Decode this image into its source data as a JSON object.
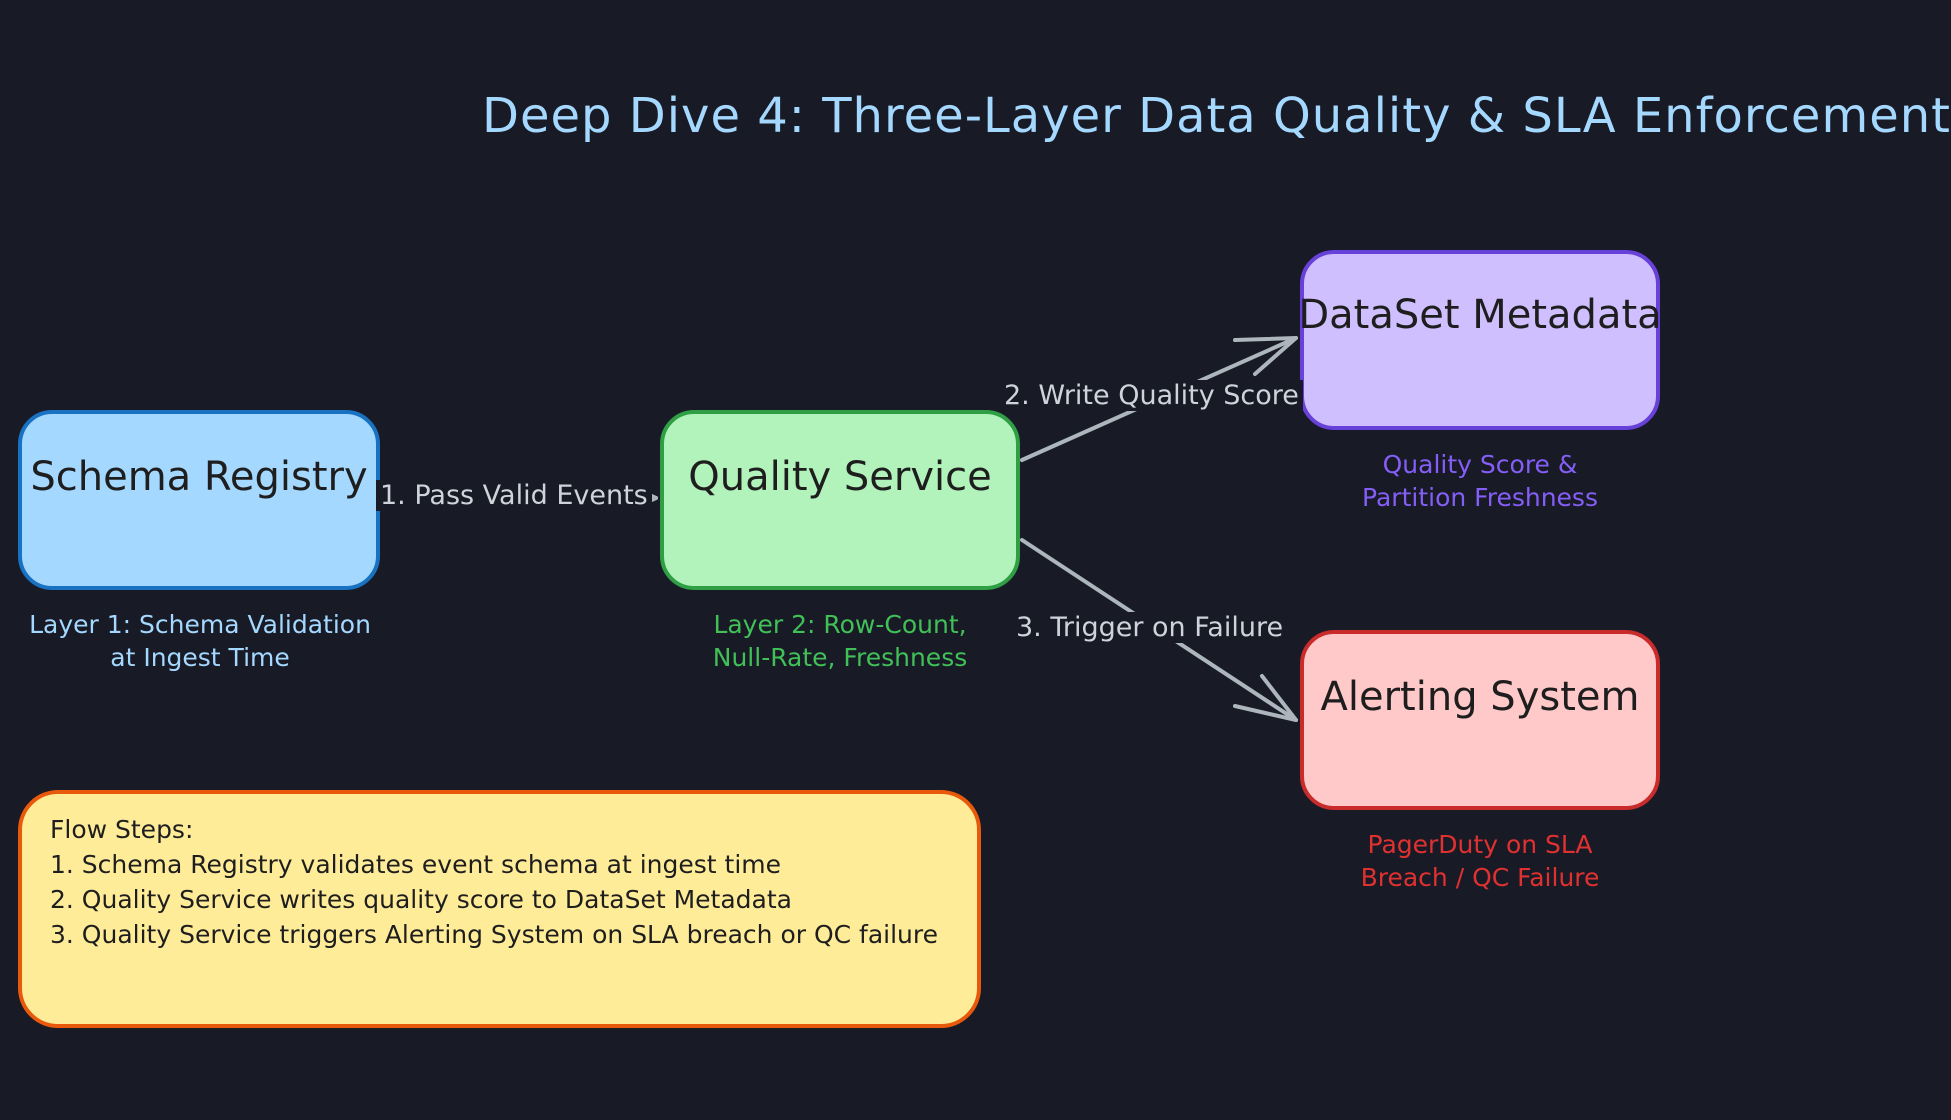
{
  "title": "Deep Dive 4: Three-Layer Data Quality & SLA Enforcement",
  "nodes": {
    "schema_registry": {
      "label": "Schema Registry",
      "caption": [
        "Layer 1: Schema Validation",
        "at Ingest Time"
      ],
      "fill": "#a5d8ff",
      "stroke": "#1971c2"
    },
    "quality_service": {
      "label": "Quality Service",
      "caption": [
        "Layer 2: Row-Count,",
        "Null-Rate, Freshness"
      ],
      "fill": "#b2f2bb",
      "stroke": "#2f9e44"
    },
    "dataset_metadata": {
      "label": "DataSet Metadata",
      "caption": [
        "Quality Score &",
        "Partition Freshness"
      ],
      "fill": "#d0bfff",
      "stroke": "#6741d9"
    },
    "alerting_system": {
      "label": "Alerting System",
      "caption": [
        "PagerDuty on SLA",
        "Breach / QC Failure"
      ],
      "fill": "#ffc9c9",
      "stroke": "#c92a2a"
    }
  },
  "edges": [
    {
      "from": "Schema Registry",
      "to": "Quality Service",
      "label": "1. Pass Valid Events"
    },
    {
      "from": "Quality Service",
      "to": "DataSet Metadata",
      "label": "2. Write Quality Score"
    },
    {
      "from": "Quality Service",
      "to": "Alerting System",
      "label": "3. Trigger on Failure"
    }
  ],
  "notes": {
    "heading": "Flow Steps:",
    "lines": [
      "1. Schema Registry validates event schema at ingest time",
      "2. Quality Service writes quality score to DataSet Metadata",
      "3. Quality Service triggers Alerting System on SLA breach or QC failure"
    ]
  },
  "colors": {
    "background": "#181a26",
    "title": "#a5d8ff",
    "arrow": "#adb5bd",
    "notes_fill": "#ffec99",
    "notes_stroke": "#e8590c"
  }
}
